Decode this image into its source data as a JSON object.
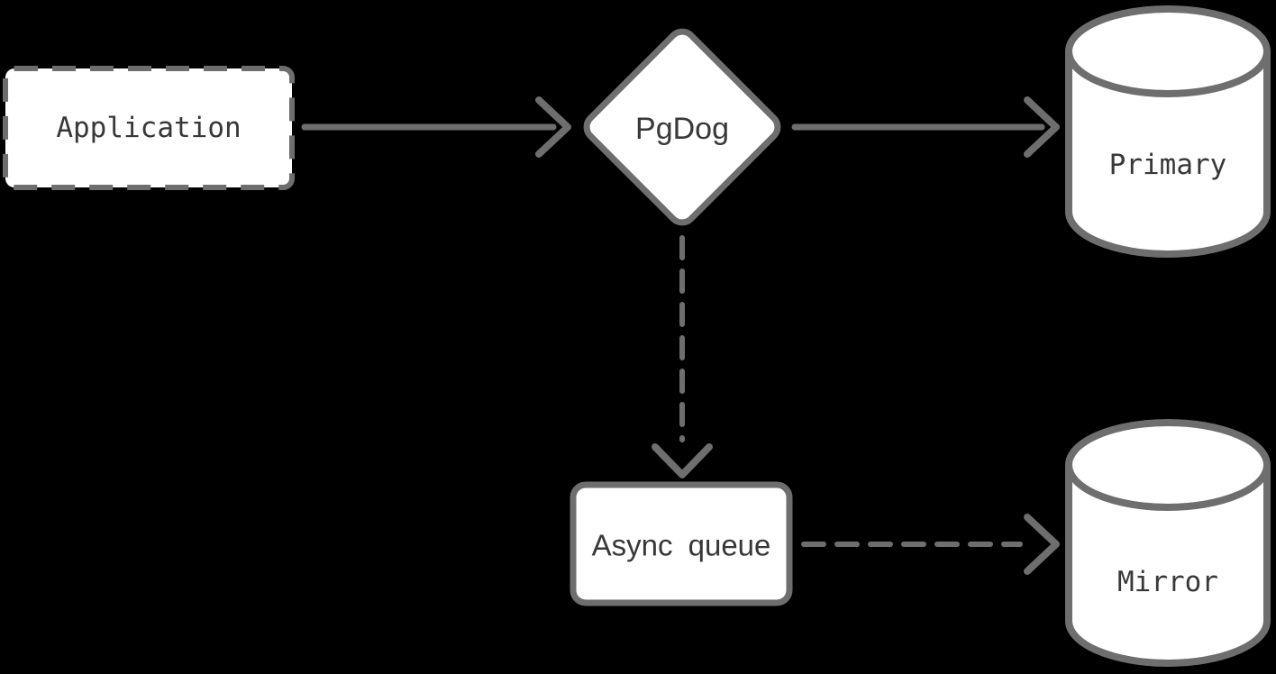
{
  "diagram": {
    "type": "flow-diagram",
    "colors": {
      "stroke": "#6e6e6e",
      "fill": "#ffffff",
      "text": "#383838",
      "background": "#000000"
    },
    "nodes": {
      "application": {
        "label": "Application",
        "shape": "rectangle",
        "border_style": "dashed"
      },
      "pgdog": {
        "label": "PgDog",
        "shape": "diamond",
        "border_style": "solid"
      },
      "primary": {
        "label": "Primary",
        "shape": "cylinder",
        "border_style": "solid"
      },
      "async_queue": {
        "label": "Async queue",
        "shape": "rectangle",
        "border_style": "solid"
      },
      "mirror": {
        "label": "Mirror",
        "shape": "cylinder",
        "border_style": "solid"
      }
    },
    "edges": [
      {
        "from": "application",
        "to": "pgdog",
        "style": "solid",
        "direction": "right"
      },
      {
        "from": "pgdog",
        "to": "primary",
        "style": "solid",
        "direction": "right"
      },
      {
        "from": "pgdog",
        "to": "async_queue",
        "style": "dashed",
        "direction": "down"
      },
      {
        "from": "async_queue",
        "to": "mirror",
        "style": "dashed",
        "direction": "right"
      }
    ]
  }
}
